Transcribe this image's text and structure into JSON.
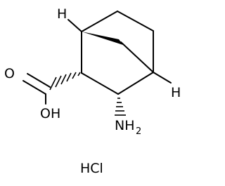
{
  "molecule": {
    "atoms": {
      "h_top": "H",
      "h_right": "H",
      "oxygen_carbonyl": "O",
      "hydroxyl": "OH",
      "amine_main": "NH",
      "amine_sub": "2"
    },
    "salt": "HCl"
  }
}
